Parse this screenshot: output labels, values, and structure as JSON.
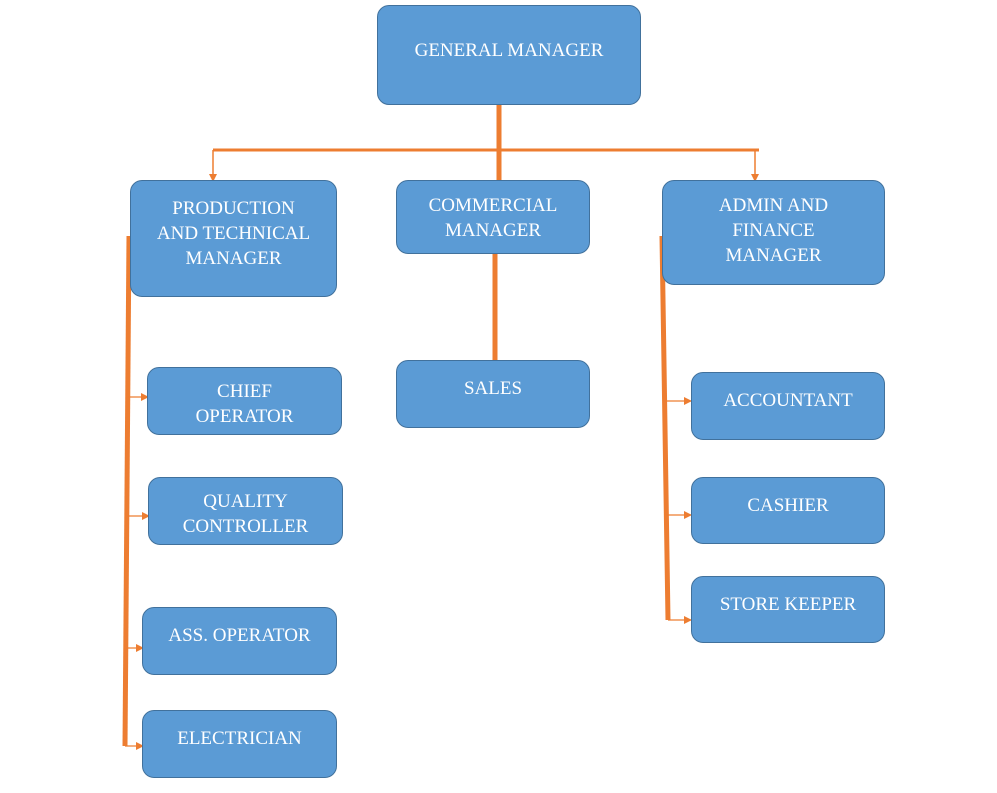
{
  "org_chart": {
    "root": {
      "label": "GENERAL MANAGER"
    },
    "managers": [
      {
        "label": "PRODUCTION\nAND TECHNICAL\nMANAGER"
      },
      {
        "label": "COMMERCIAL\nMANAGER"
      },
      {
        "label": "ADMIN AND\nFINANCE\nMANAGER"
      }
    ],
    "production_staff": [
      {
        "label": "CHIEF\nOPERATOR"
      },
      {
        "label": "QUALITY\nCONTROLLER"
      },
      {
        "label": "ASS. OPERATOR"
      },
      {
        "label": "ELECTRICIAN"
      }
    ],
    "commercial_staff": [
      {
        "label": "SALES"
      }
    ],
    "admin_staff": [
      {
        "label": "ACCOUNTANT"
      },
      {
        "label": "CASHIER"
      },
      {
        "label": "STORE KEEPER"
      }
    ],
    "colors": {
      "box_fill": "#5b9bd5",
      "box_border": "#41719c",
      "connector": "#ed7d31",
      "text": "#ffffff"
    }
  }
}
